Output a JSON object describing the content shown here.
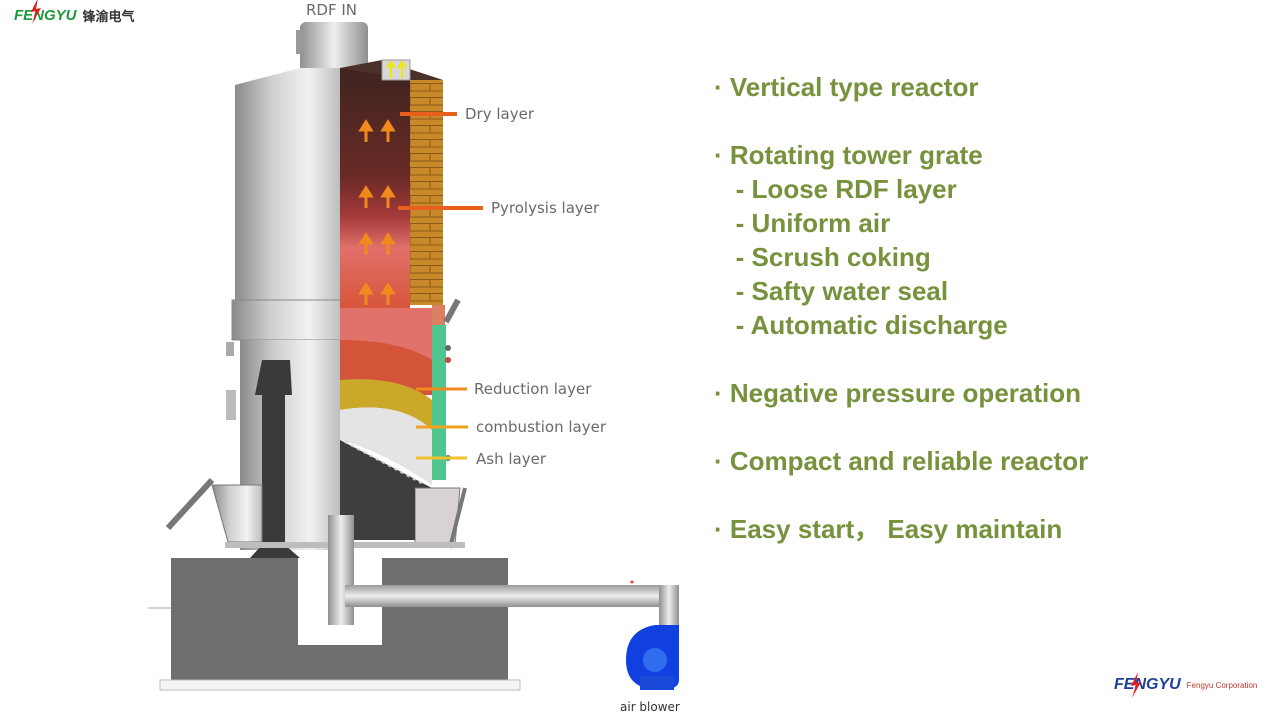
{
  "logos": {
    "top_left": {
      "brand": "FENGYU",
      "chinese": "锋渝电气"
    },
    "bottom_right": {
      "brand": "FENGYU",
      "corporation": "Fengyu Corporation"
    }
  },
  "diagram": {
    "title_label": "RDF IN",
    "layers": [
      {
        "label": "Dry layer",
        "color": "#4a2a22"
      },
      {
        "label": "Pyrolysis layer",
        "color": "#7a2e2a"
      },
      {
        "label": "Reduction layer",
        "color": "#d4543a"
      },
      {
        "label": "combustion layer",
        "color": "#c9a82a"
      },
      {
        "label": "Ash layer",
        "color": "#e4e4e4"
      }
    ],
    "blower_label": "air blower",
    "colors": {
      "arrow_orange": "#f08a1c",
      "flow_yellow": "#f2e600",
      "blower_blue": "#1040e0",
      "brick": "#c8892a",
      "water_seal": "#4fc690"
    }
  },
  "bullets": [
    {
      "text": "· Vertical type reactor",
      "level": 0
    },
    {
      "text": "",
      "level": -1
    },
    {
      "text": "· Rotating tower grate",
      "level": 0
    },
    {
      "text": "   - Loose RDF layer",
      "level": 1
    },
    {
      "text": "   - Uniform air",
      "level": 1
    },
    {
      "text": "   - Scrush coking",
      "level": 1
    },
    {
      "text": "   - Safty water seal",
      "level": 1
    },
    {
      "text": "   - Automatic discharge",
      "level": 1
    },
    {
      "text": "",
      "level": -1
    },
    {
      "text": "· Negative pressure operation",
      "level": 0
    },
    {
      "text": "",
      "level": -1
    },
    {
      "text": "· Compact and reliable reactor",
      "level": 0
    },
    {
      "text": "",
      "level": -1
    },
    {
      "text": "· Easy start， Easy maintain",
      "level": 0
    }
  ],
  "text_color": "#76923c"
}
